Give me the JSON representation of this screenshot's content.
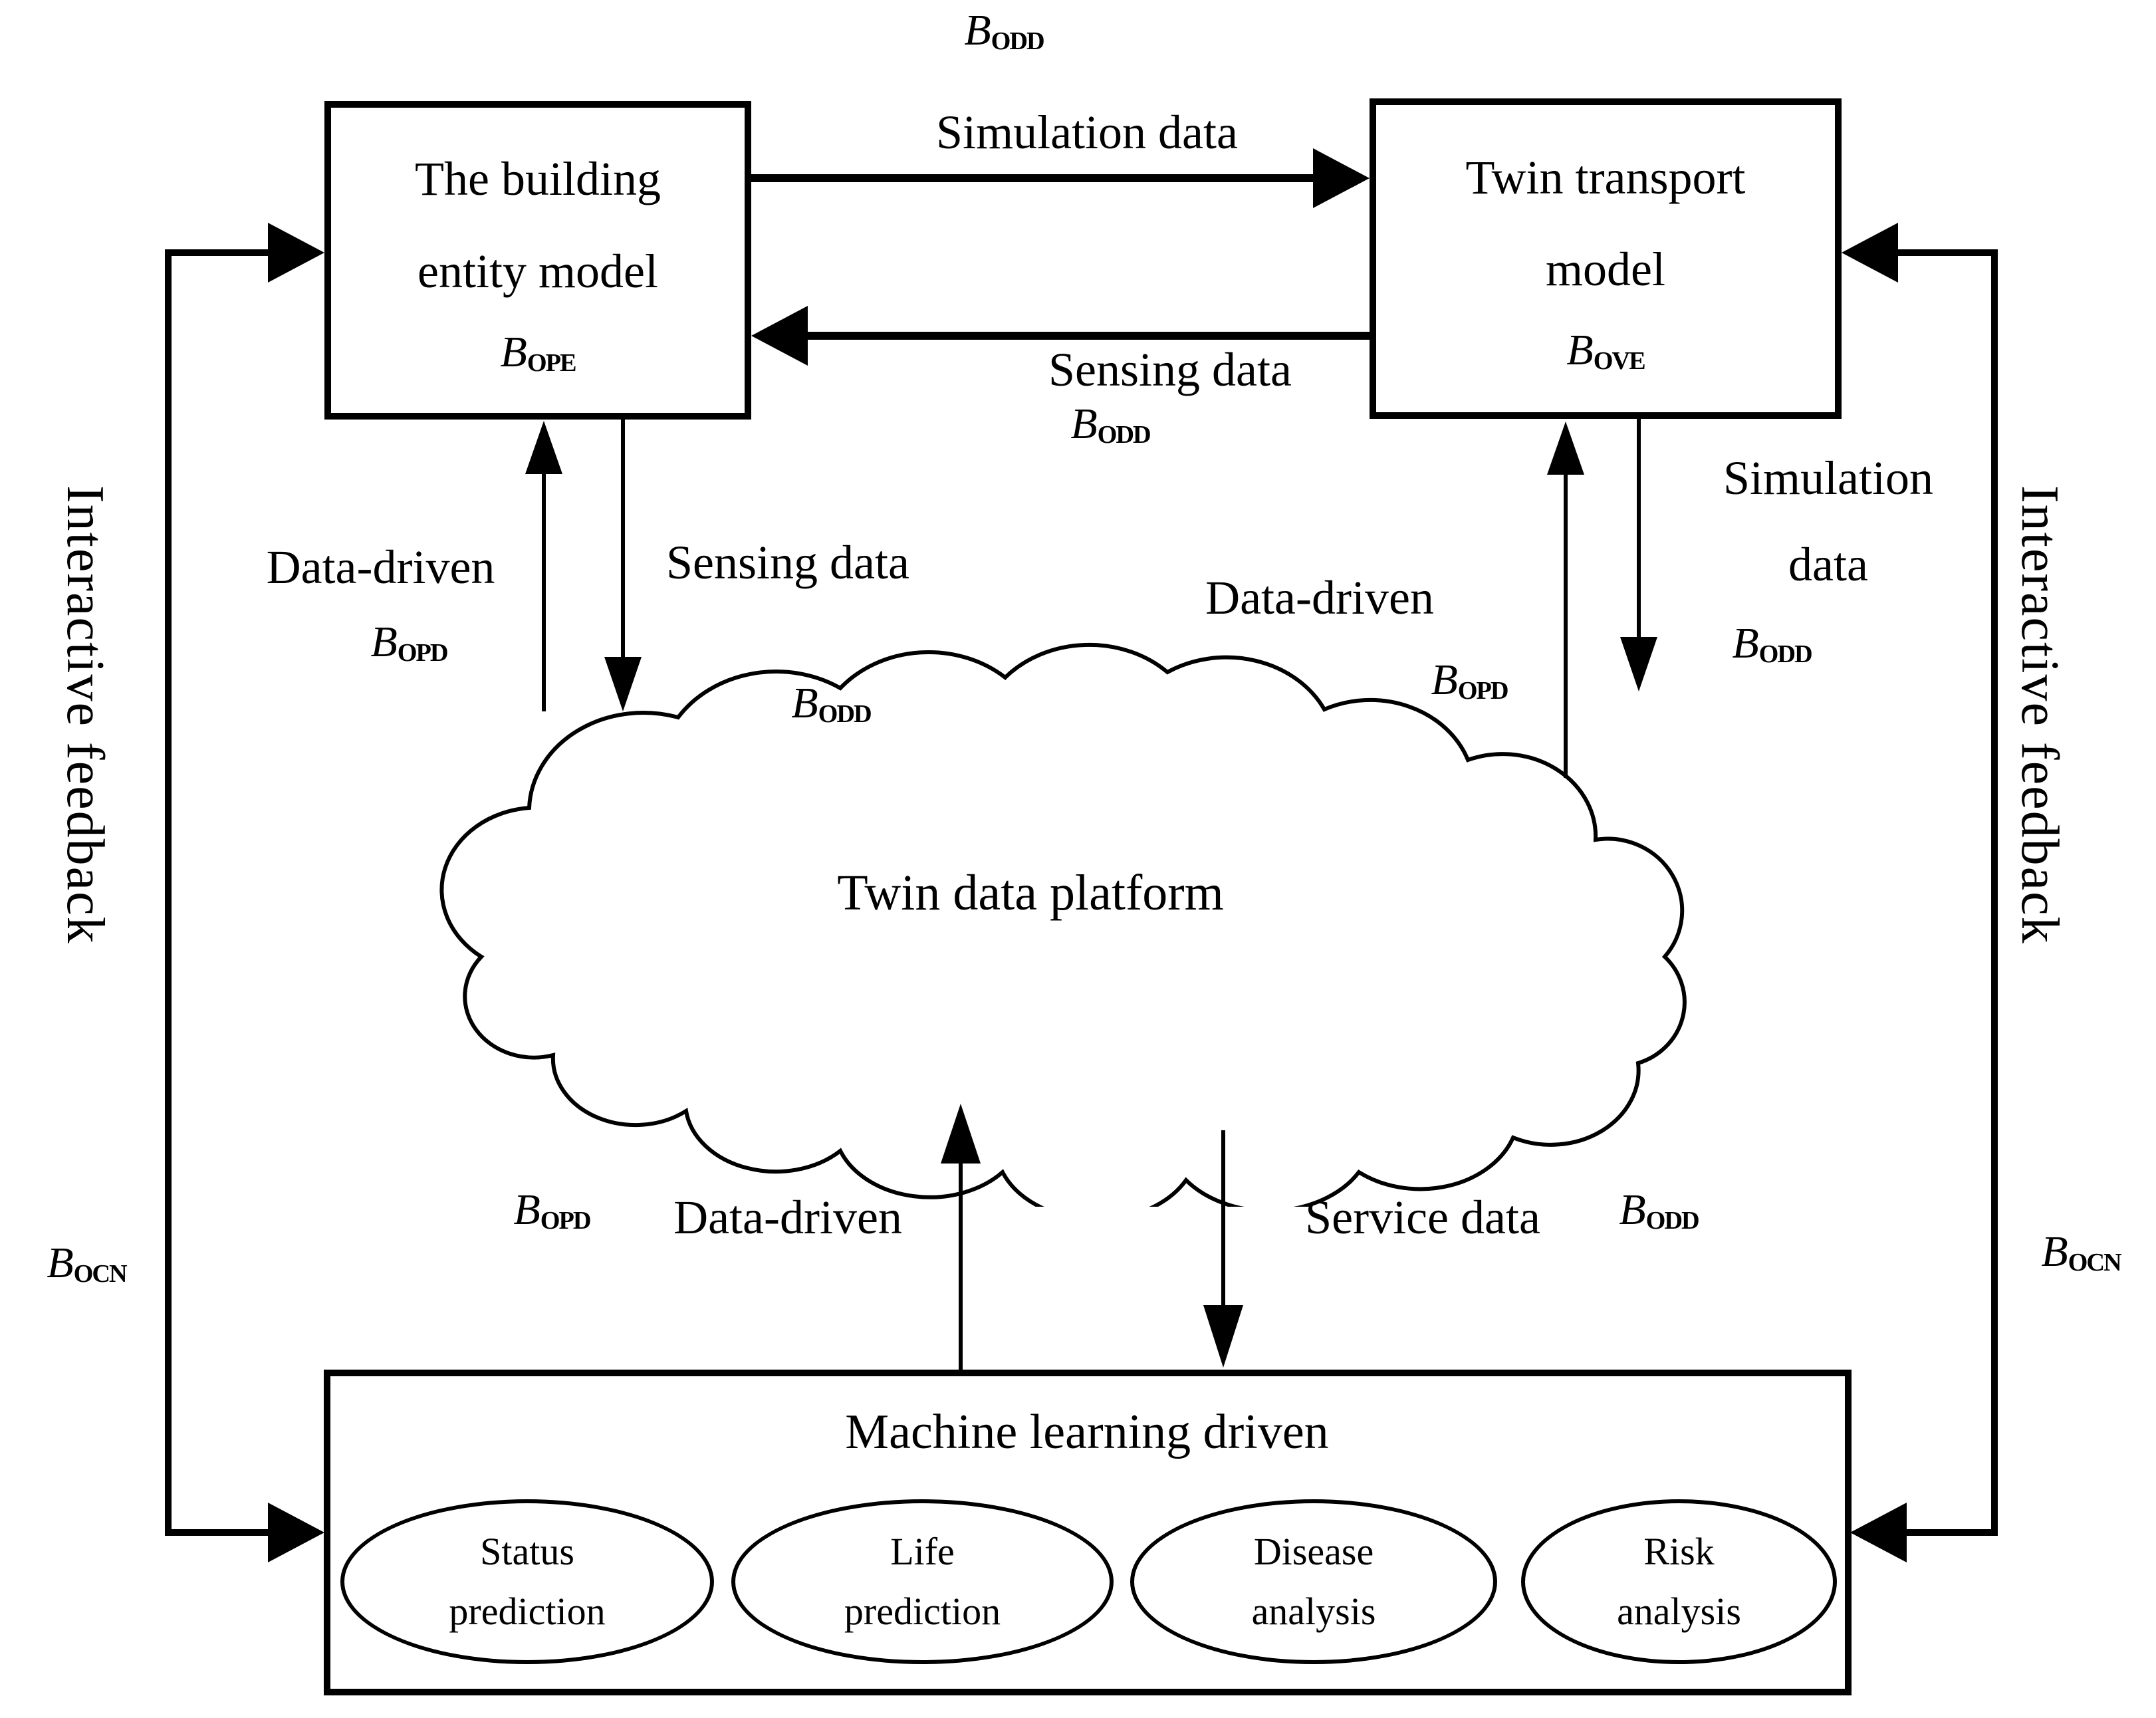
{
  "diagram": {
    "colors": {
      "ink": "#000000",
      "background": "#ffffff"
    },
    "top_b": {
      "base": "B",
      "sub": "ODD"
    },
    "simulation_arrow": {
      "label": "Simulation data"
    },
    "sensing_arrow": {
      "label": "Sensing data",
      "b": {
        "base": "B",
        "sub": "ODD"
      }
    },
    "building_box": {
      "line1": "The building",
      "line2": "entity model",
      "b": {
        "base": "B",
        "sub": "OPE"
      }
    },
    "transport_box": {
      "line1": "Twin transport",
      "line2": "model",
      "b": {
        "base": "B",
        "sub": "OVE"
      }
    },
    "left_channel": {
      "data_driven": "Data-driven",
      "b_opd": {
        "base": "B",
        "sub": "OPD"
      },
      "sensing": "Sensing data",
      "b_odd": {
        "base": "B",
        "sub": "ODD"
      }
    },
    "right_channel": {
      "data_driven": "Data-driven",
      "b_opd": {
        "base": "B",
        "sub": "OPD"
      },
      "simulation_line1": "Simulation",
      "simulation_line2": "data",
      "b_odd": {
        "base": "B",
        "sub": "ODD"
      }
    },
    "cloud": {
      "label": "Twin data platform"
    },
    "bottom_channel": {
      "b_opd": {
        "base": "B",
        "sub": "OPD"
      },
      "data_driven": "Data-driven",
      "service": "Service data",
      "b_odd": {
        "base": "B",
        "sub": "ODD"
      }
    },
    "ml_box": {
      "title": "Machine learning driven",
      "ellipses": [
        {
          "line1": "Status",
          "line2": "prediction"
        },
        {
          "line1": "Life",
          "line2": "prediction"
        },
        {
          "line1": "Disease",
          "line2": "analysis"
        },
        {
          "line1": "Risk",
          "line2": "analysis"
        }
      ]
    },
    "left_feedback": {
      "label": "Interactive feedback",
      "b": {
        "base": "B",
        "sub": "OCN"
      }
    },
    "right_feedback": {
      "label": "Interactive feedback",
      "b": {
        "base": "B",
        "sub": "OCN"
      }
    }
  }
}
